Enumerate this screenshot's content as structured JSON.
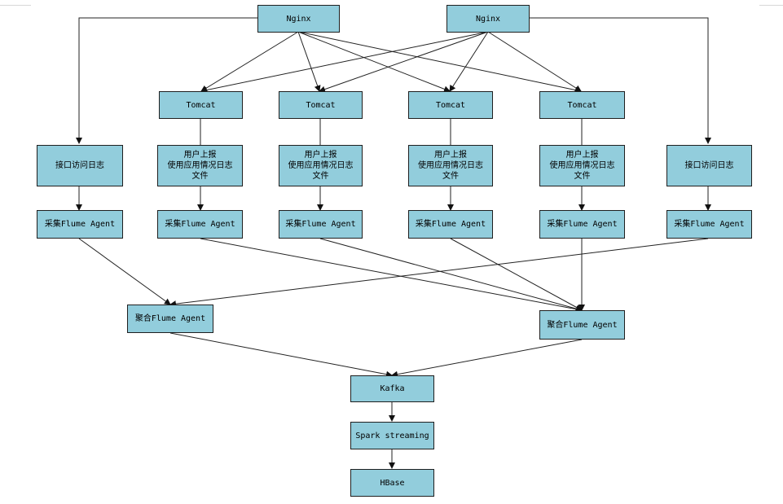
{
  "nodes": {
    "nginx_left": "Nginx",
    "nginx_right": "Nginx",
    "tomcat_1": "Tomcat",
    "tomcat_2": "Tomcat",
    "tomcat_3": "Tomcat",
    "tomcat_4": "Tomcat",
    "access_log_left": "接口访问日志",
    "access_log_right": "接口访问日志",
    "report_1": [
      "用户上报",
      "使用应用情况日志",
      "文件"
    ],
    "report_2": [
      "用户上报",
      "使用应用情况日志",
      "文件"
    ],
    "report_3": [
      "用户上报",
      "使用应用情况日志",
      "文件"
    ],
    "report_4": [
      "用户上报",
      "使用应用情况日志",
      "文件"
    ],
    "collect_0": "采集Flume Agent",
    "collect_1": "采集Flume Agent",
    "collect_2": "采集Flume Agent",
    "collect_3": "采集Flume Agent",
    "collect_4": "采集Flume Agent",
    "collect_5": "采集Flume Agent",
    "agg_left": "聚合Flume Agent",
    "agg_right": "聚合Flume Agent",
    "kafka": "Kafka",
    "spark": "Spark streaming",
    "hbase": "HBase"
  }
}
